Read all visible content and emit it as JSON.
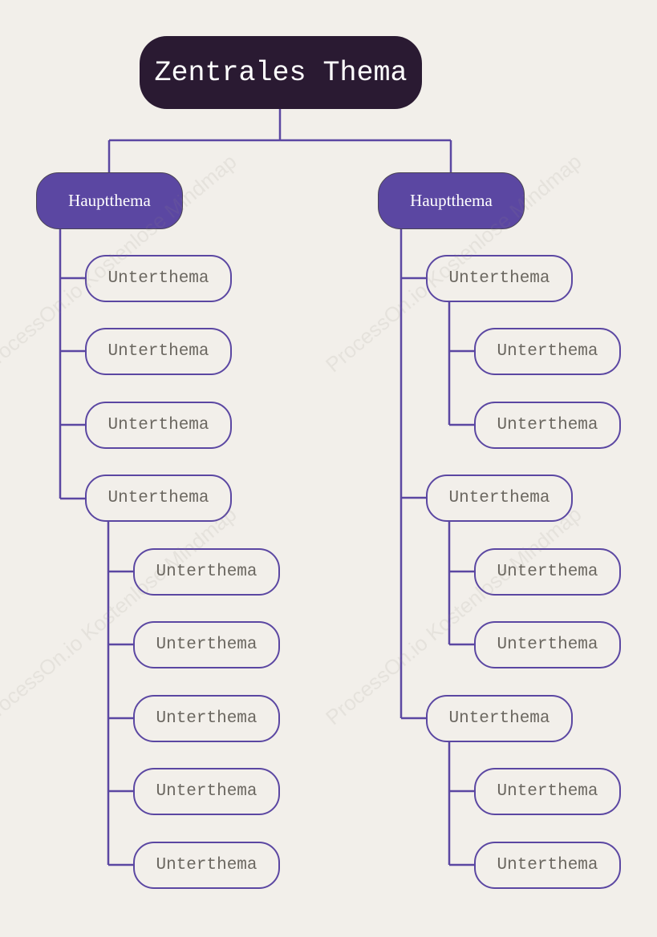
{
  "mindmap": {
    "central_topic": "Zentrales Thema",
    "branches": [
      {
        "label": "Hauptthema",
        "children": [
          {
            "label": "Unterthema",
            "children": []
          },
          {
            "label": "Unterthema",
            "children": []
          },
          {
            "label": "Unterthema",
            "children": []
          },
          {
            "label": "Unterthema",
            "children": [
              {
                "label": "Unterthema"
              },
              {
                "label": "Unterthema"
              },
              {
                "label": "Unterthema"
              },
              {
                "label": "Unterthema"
              },
              {
                "label": "Unterthema"
              }
            ]
          }
        ]
      },
      {
        "label": "Hauptthema",
        "children": [
          {
            "label": "Unterthema",
            "children": [
              {
                "label": "Unterthema"
              },
              {
                "label": "Unterthema"
              }
            ]
          },
          {
            "label": "Unterthema",
            "children": [
              {
                "label": "Unterthema"
              },
              {
                "label": "Unterthema"
              }
            ]
          },
          {
            "label": "Unterthema",
            "children": [
              {
                "label": "Unterthema"
              },
              {
                "label": "Unterthema"
              }
            ]
          }
        ]
      }
    ]
  },
  "watermark": "ProcessOn.io Kostenlose Mindmap",
  "colors": {
    "background": "#f2efea",
    "root_fill": "#2a1a32",
    "branch_fill": "#5b47a2",
    "connector": "#5b47a2",
    "subtopic_text": "#6b6760"
  }
}
